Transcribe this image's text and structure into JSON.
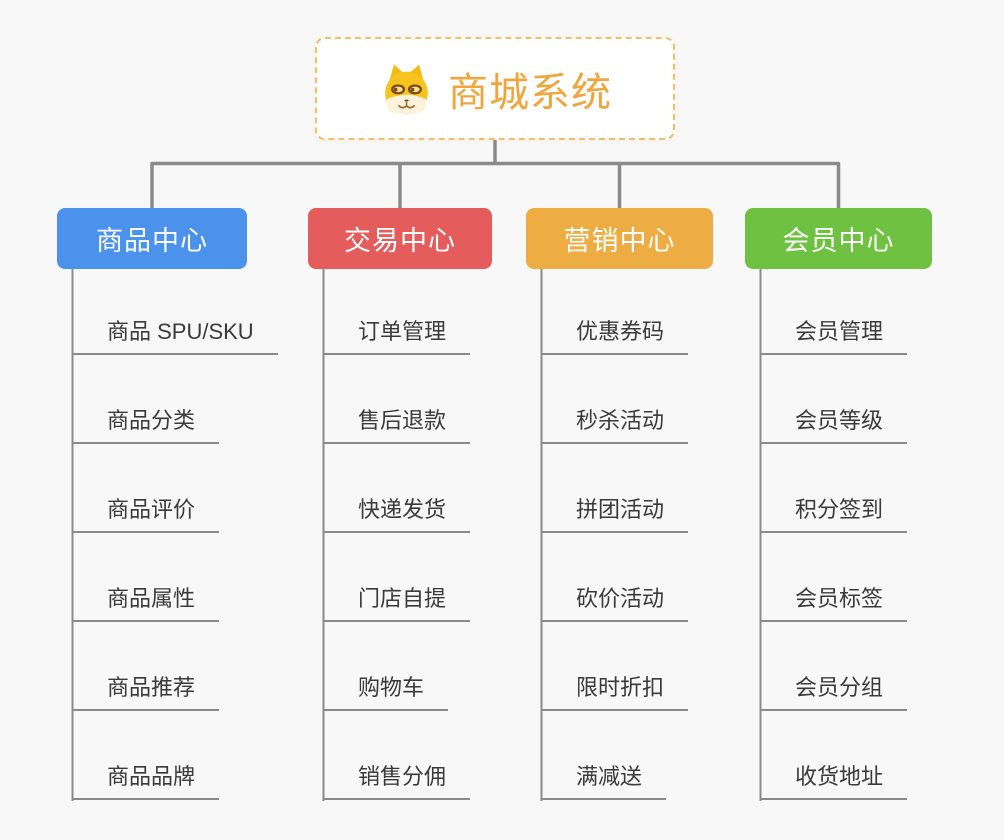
{
  "page": {
    "background": "#f8f8f8",
    "connector_color": "#8a8a8a"
  },
  "root": {
    "title": "商城系统",
    "icon": "doge-icon",
    "text_color": "#f0a63c",
    "border_color": "#f5bd6a",
    "icon_colors": {
      "head": "#f6c41c",
      "muzzle": "#fdf3dc",
      "eye_outline": "#7c4a1d",
      "eye_fill": "#fbe38a"
    }
  },
  "branches": [
    {
      "label": "商品中心",
      "color": "#4b92ec",
      "children": [
        "商品 SPU/SKU",
        "商品分类",
        "商品评价",
        "商品属性",
        "商品推荐",
        "商品品牌"
      ]
    },
    {
      "label": "交易中心",
      "color": "#e45c5b",
      "children": [
        "订单管理",
        "售后退款",
        "快递发货",
        "门店自提",
        "购物车",
        "销售分佣"
      ]
    },
    {
      "label": "营销中心",
      "color": "#eead42",
      "children": [
        "优惠券码",
        "秒杀活动",
        "拼团活动",
        "砍价活动",
        "限时折扣",
        "满减送"
      ]
    },
    {
      "label": "会员中心",
      "color": "#6fc142",
      "children": [
        "会员管理",
        "会员等级",
        "积分签到",
        "会员标签",
        "会员分组",
        "收货地址"
      ]
    }
  ]
}
